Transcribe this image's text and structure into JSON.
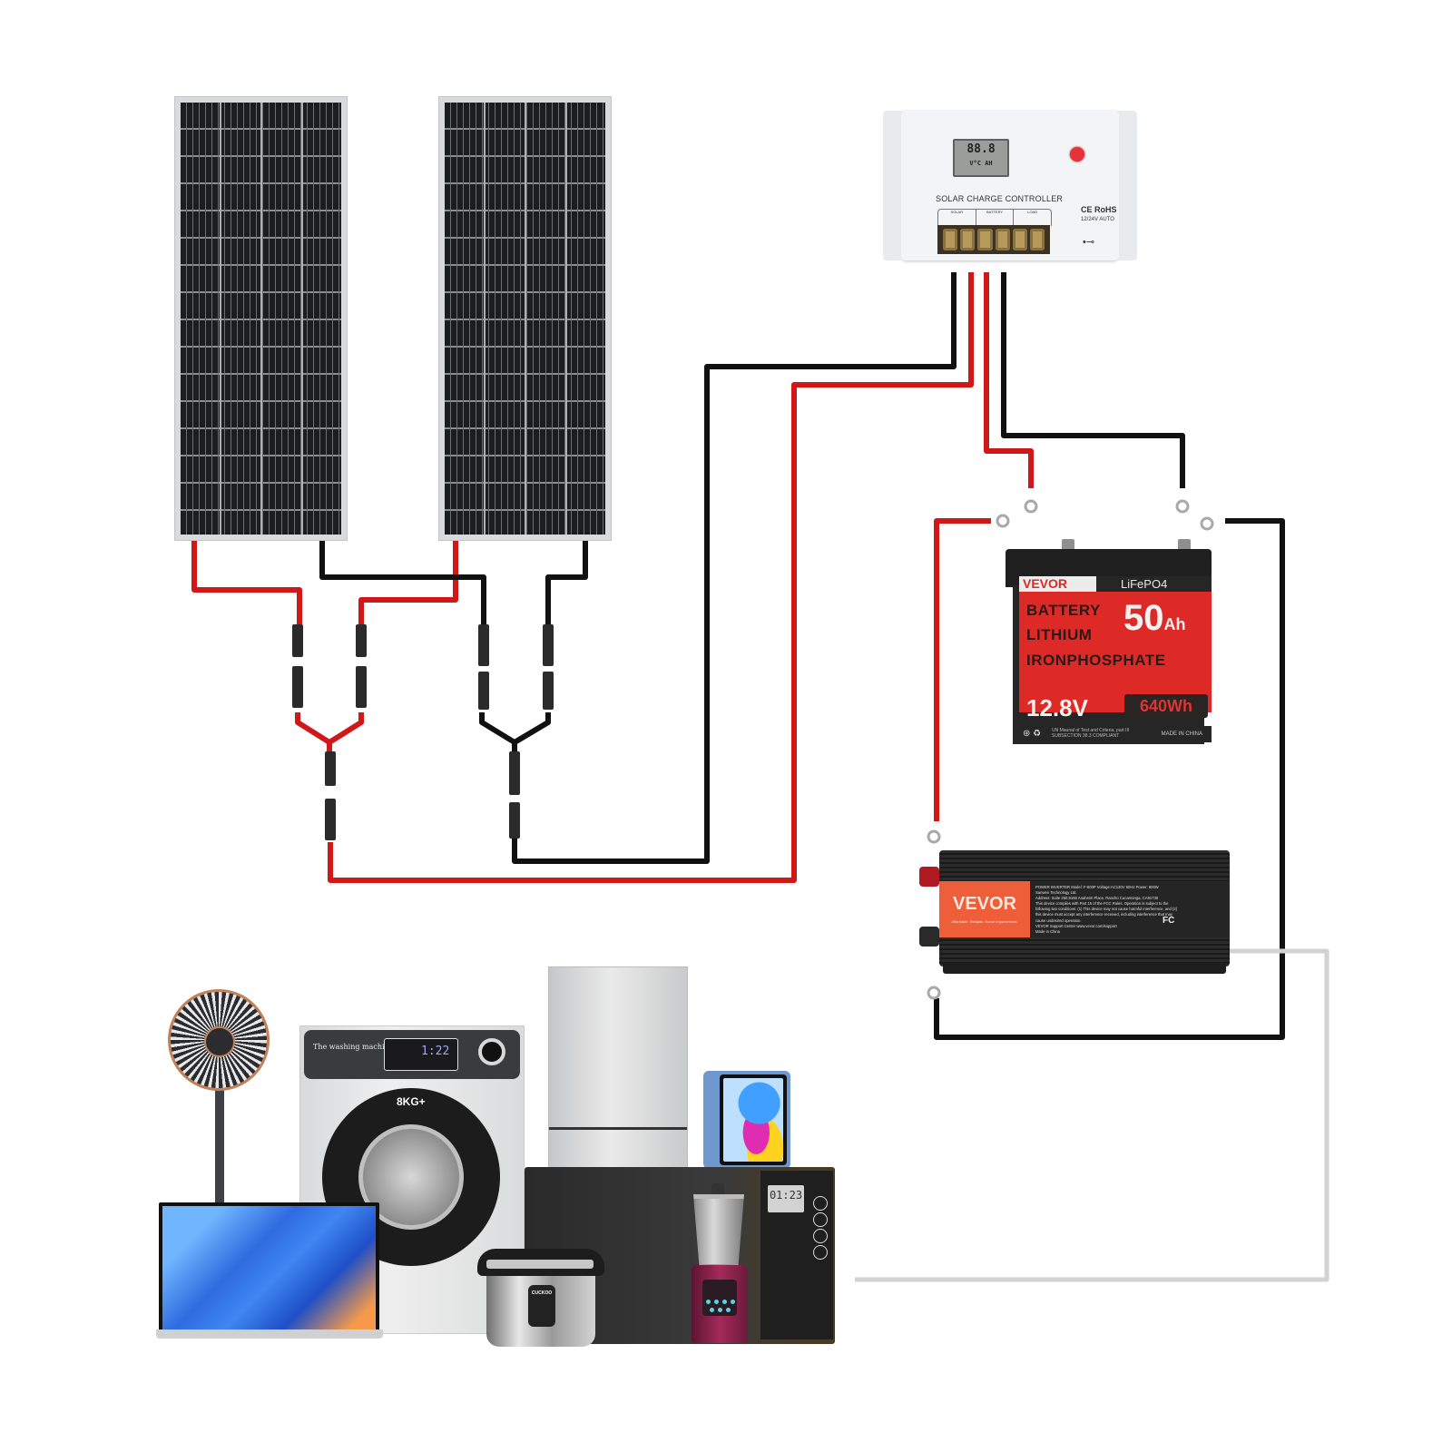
{
  "diagram": {
    "title": "Off-grid solar wiring diagram",
    "colors": {
      "positive_wire": "#d01818",
      "negative_wire": "#111111",
      "ac_wire": "#d2d2d2",
      "brand_orange": "#ee5e38",
      "battery_red": "#dd2a27"
    }
  },
  "solar_panels": [
    {
      "name": "Solar panel 1",
      "cell_columns": 4
    },
    {
      "name": "Solar panel 2",
      "cell_columns": 4
    }
  ],
  "connectors": {
    "positive_branch": "MC4 Y-branch connector (+)",
    "negative_branch": "MC4 Y-branch connector (-)"
  },
  "charge_controller": {
    "title": "SOLAR CHARGE CONTROLLER",
    "lcd_value": "88.8",
    "lcd_units": "V°C AH",
    "certifications": "CE RoHS",
    "voltage_mode": "12/24V AUTO",
    "terminals": [
      "SOLAR",
      "BATTERY",
      "LOAD"
    ],
    "usb_icon": "usb-icon"
  },
  "battery": {
    "brand": "VEVOR",
    "chemistry": "LiFePO4",
    "line1": "BATTERY",
    "line2": "LITHIUM",
    "line3": "IRONPHOSPHATE",
    "capacity_value": "50",
    "capacity_unit": "Ah",
    "voltage": "12.8V",
    "energy": "640Wh",
    "compliance": "UN Maunal of Test and Criteria, part III SUBSECTION 38.3 COMPLIANT",
    "origin": "MADE IN CHINA"
  },
  "inverter": {
    "brand": "VEVOR",
    "tagline": "Affordable. Reliable. Home Improvement.",
    "label_text": "POWER INVERTER     Model: F-800P     Voltage:AC120V 60Hz  Power: 800W\nSanwen Technology Ltd.\nAddress: Suite 250,9166 Anaheim Place, Rancho Cucamonga, CA91730\nThis device complies with Part 15 of the FCC Rules. Operation is subject to the\nfollowing two conditions: (1) This device may not cause harmful interference, and (2)\nthis device must accept any interference received, including interference that may\ncause undesired operation.\nVEVOR Support Center www.vevor.com/support\nMade in China",
    "fcc_mark": "FC"
  },
  "appliances": {
    "fan": "Standing fan",
    "washer": {
      "label": "The washing machine",
      "display": "1:22",
      "capacity": "8KG+"
    },
    "fridge": "Refrigerator",
    "tablet": "Tablet",
    "microwave": {
      "display": "01:23"
    },
    "rice_cooker": {
      "brand": "CUCKOO"
    },
    "blender": "Blender",
    "laptop": "Laptop"
  }
}
